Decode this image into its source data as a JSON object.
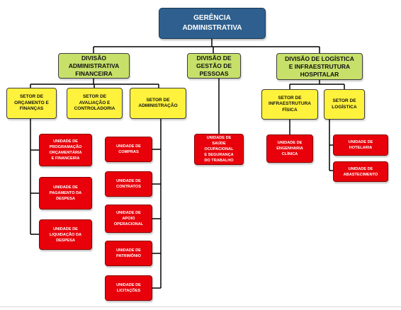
{
  "org_chart": {
    "root": {
      "label": "GERÊNCIA\nADMINISTRATIVA"
    },
    "divisions": [
      {
        "label": "DIVISÃO\nADMINISTRATIVA\nFINANCEIRA",
        "sectors": [
          {
            "label": "SETOR DE\nORÇAMENTO E\nFINANÇAS",
            "units": [
              "UNIDADE DE\nPROGRAMAÇÃO\nORÇAMENTÁRIA\nE FINANCEIRA",
              "UNIDADE DE\nPAGAMENTO DA\nDESPESA",
              "UNIDADE DE\nLIQUIDAÇÃO DA\nDESPESA"
            ]
          },
          {
            "label": "SETOR DE\nAVALIAÇÃO E\nCONTROLADORIA",
            "units": []
          },
          {
            "label": "SETOR DE\nADMINISTRAÇÃO",
            "units": [
              "UNIDADE DE\nCOMPRAS",
              "UNIDADE DE\nCONTRATOS",
              "UNIDADE DE\nAPOIO\nOPERACIONAL",
              "UNIDADE DE\nPATRIMÔNIO",
              "UNIDADE DE\nLICITAÇÕES"
            ]
          }
        ]
      },
      {
        "label": "DIVISÃO DE\nGESTÃO DE\nPESSOAS",
        "units": [
          "UNIDADE DE\nSAÚDE\nOCUPACIONAL\nE SEGURANÇA\nDO TRABALHO"
        ]
      },
      {
        "label": "DIVISÃO DE LOGÍSTICA\nE INFRAESTRUTURA\nHOSPITALAR",
        "sectors": [
          {
            "label": "SETOR DE\nINFRAESTRUTURA\nFÍSICA",
            "units": [
              "UNIDADE DE\nENGENHARIA\nCLÍNICA"
            ]
          },
          {
            "label": "SETOR DE\nLOGÍSTICA",
            "units": [
              "UNIDADE DE\nHOTELARIA",
              "UNIDADE DE\nABASTECIMENTO"
            ]
          }
        ]
      }
    ]
  }
}
